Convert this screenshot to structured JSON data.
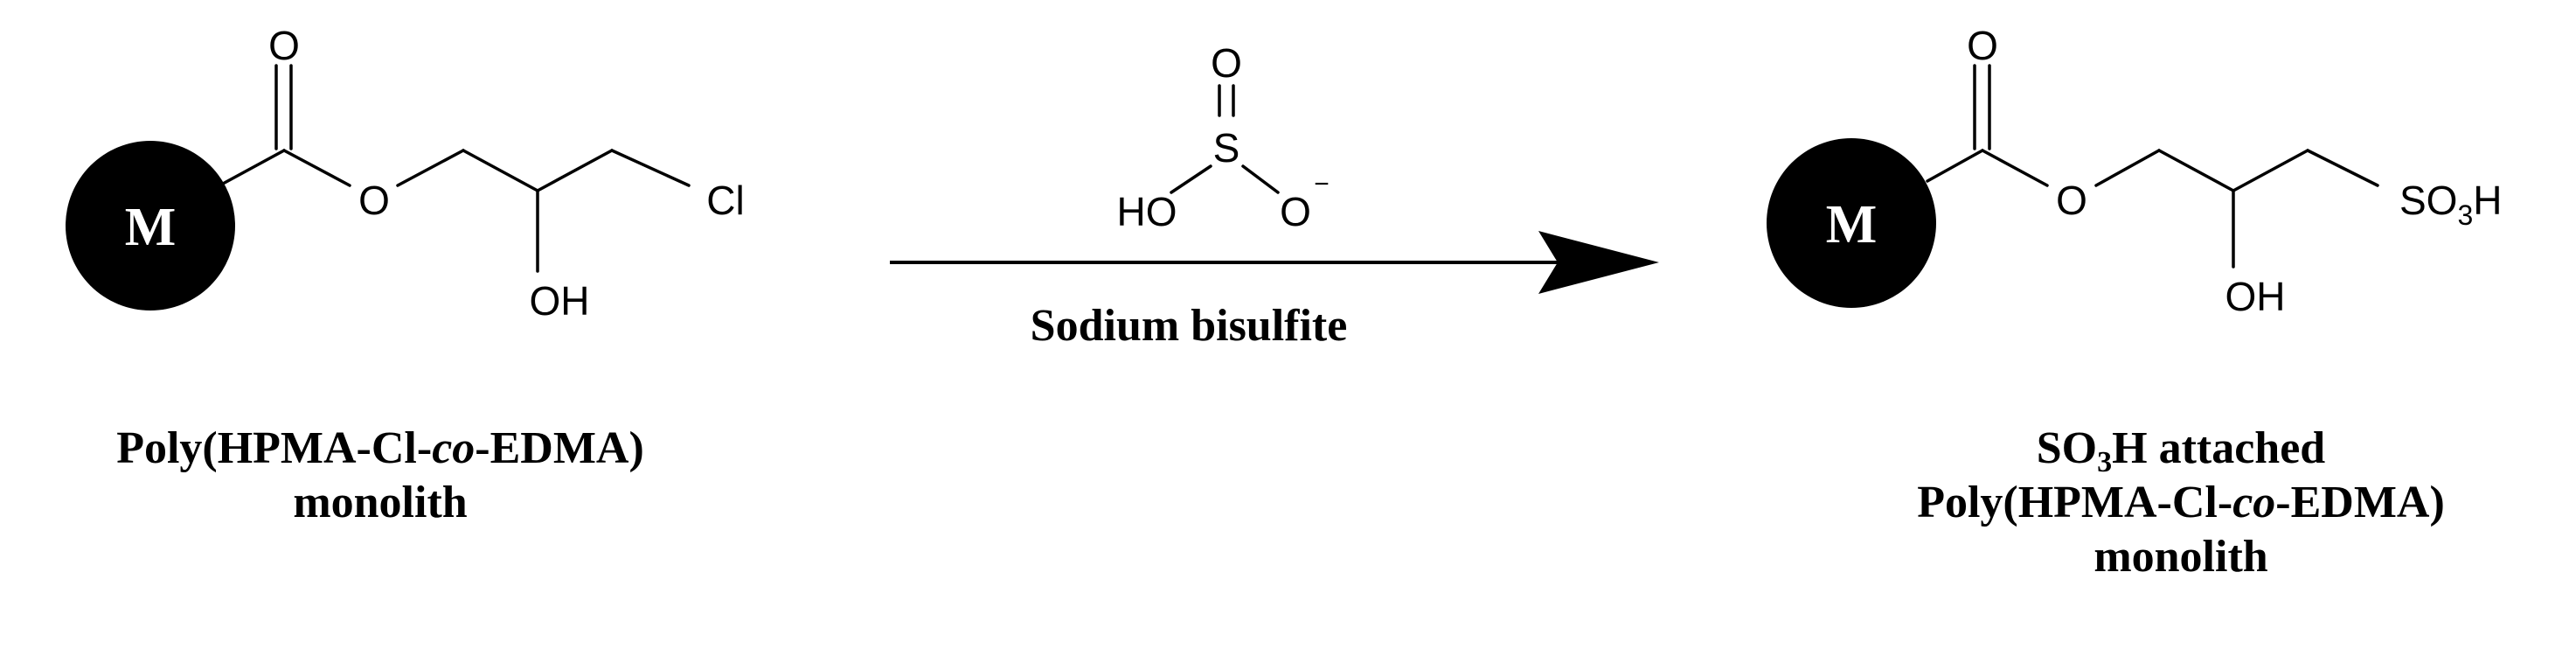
{
  "reactant": {
    "bead_label": "M",
    "atoms": {
      "carbonyl_o": "O",
      "ester_o": "O",
      "hydroxyl": "OH",
      "chloro": "Cl"
    },
    "caption": {
      "line1_pre": "Poly(HPMA-Cl-",
      "line1_italic": "co",
      "line1_post": "-EDMA)",
      "line2": "monolith"
    }
  },
  "reagent": {
    "atoms": {
      "top_o": "O",
      "sulfur": "S",
      "hydroxy": "HO",
      "anion_o": "O",
      "charge": "−"
    },
    "name": "Sodium bisulfite"
  },
  "product": {
    "bead_label": "M",
    "atoms": {
      "carbonyl_o": "O",
      "ester_o": "O",
      "hydroxyl": "OH",
      "sulfonic_pre": "SO",
      "sulfonic_sub": "3",
      "sulfonic_post": "H"
    },
    "caption": {
      "line1_pre": "SO",
      "line1_sub": "3",
      "line1_post": "H attached",
      "line2_pre": "Poly(HPMA-Cl-",
      "line2_italic": "co",
      "line2_post": "-EDMA)",
      "line3": "monolith"
    }
  }
}
